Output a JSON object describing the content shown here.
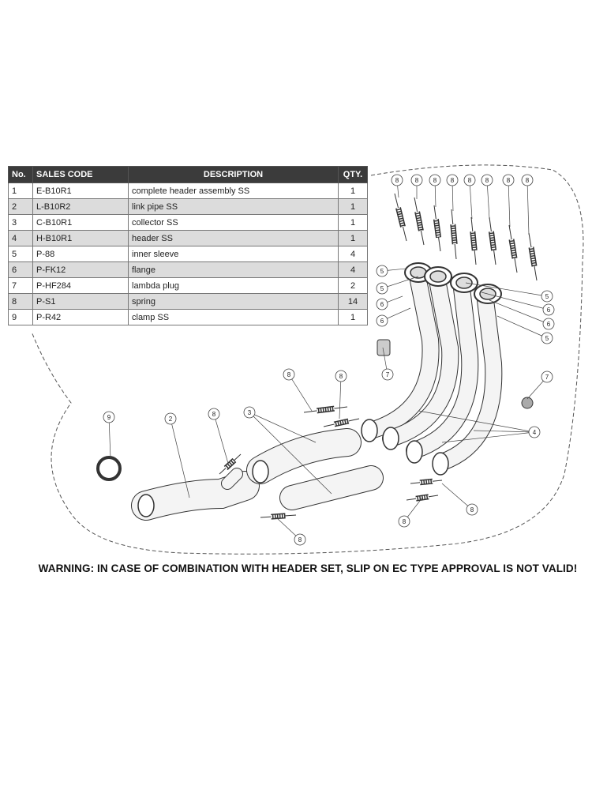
{
  "parts_table": {
    "headers": {
      "no": "No.",
      "code": "SALES CODE",
      "description": "DESCRIPTION",
      "qty": "QTY."
    },
    "rows": [
      {
        "no": "1",
        "code": "E-B10R1",
        "description": "complete header assembly SS",
        "qty": "1"
      },
      {
        "no": "2",
        "code": "L-B10R2",
        "description": "link pipe SS",
        "qty": "1"
      },
      {
        "no": "3",
        "code": "C-B10R1",
        "description": "collector SS",
        "qty": "1"
      },
      {
        "no": "4",
        "code": "H-B10R1",
        "description": "header SS",
        "qty": "1"
      },
      {
        "no": "5",
        "code": "P-88",
        "description": "inner sleeve",
        "qty": "4"
      },
      {
        "no": "6",
        "code": "P-FK12",
        "description": "flange",
        "qty": "4"
      },
      {
        "no": "7",
        "code": "P-HF284",
        "description": "lambda plug",
        "qty": "2"
      },
      {
        "no": "8",
        "code": "P-S1",
        "description": "spring",
        "qty": "14"
      },
      {
        "no": "9",
        "code": "P-R42",
        "description": "clamp SS",
        "qty": "1"
      }
    ]
  },
  "diagram": {
    "callouts": [
      "8",
      "8",
      "8",
      "8",
      "8",
      "8",
      "8",
      "8",
      "5",
      "5",
      "6",
      "6",
      "5",
      "6",
      "6",
      "5",
      "7",
      "7",
      "4",
      "8",
      "8",
      "8",
      "8",
      "8",
      "8",
      "9",
      "2",
      "3"
    ]
  },
  "warning": "WARNING: IN CASE OF COMBINATION WITH HEADER SET, SLIP ON EC TYPE APPROVAL IS NOT VALID!"
}
